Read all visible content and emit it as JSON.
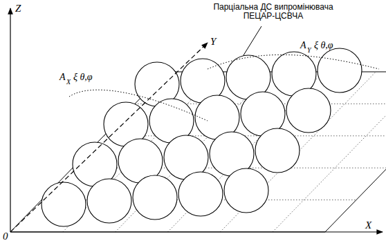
{
  "diagram": {
    "labels": [
      "Z",
      "Y",
      "X",
      "0",
      "Парціальна ДС випромінювача ПЕЦАР-ЦСВЧА",
      "A",
      "X",
      "ξ θ,φ",
      "A",
      "Y",
      "ξ θ,φ"
    ]
  }
}
